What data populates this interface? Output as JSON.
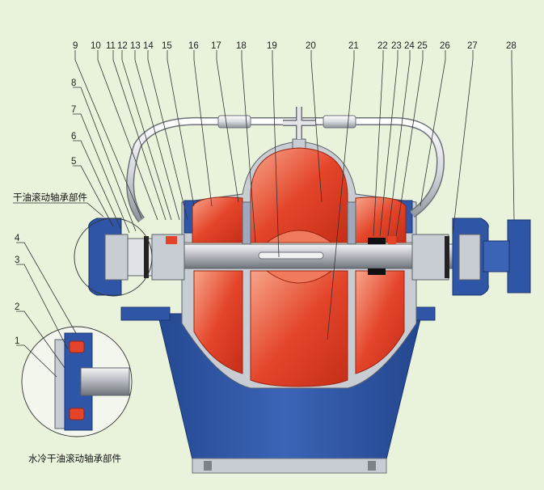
{
  "parts": {
    "top_numbers": [
      "9",
      "10",
      "11",
      "12",
      "13",
      "14",
      "15",
      "16",
      "17",
      "18",
      "19",
      "20",
      "21",
      "22",
      "23",
      "24",
      "25",
      "26",
      "27",
      "28"
    ],
    "left_numbers": [
      "8",
      "7",
      "6",
      "5"
    ],
    "inset_numbers": [
      "4",
      "3",
      "2",
      "1"
    ]
  },
  "captions": {
    "dry_bearing": "干油滚动轴承部件",
    "water_cooled_bearing": "水冷干油滚动轴承部件"
  },
  "colors": {
    "background": "#e9f3dc",
    "casing_blue": "#2f56a6",
    "impeller_red": "#e4452a",
    "casing_grey": "#c8ccd3",
    "shaft_grey": "#b9bcc2"
  }
}
